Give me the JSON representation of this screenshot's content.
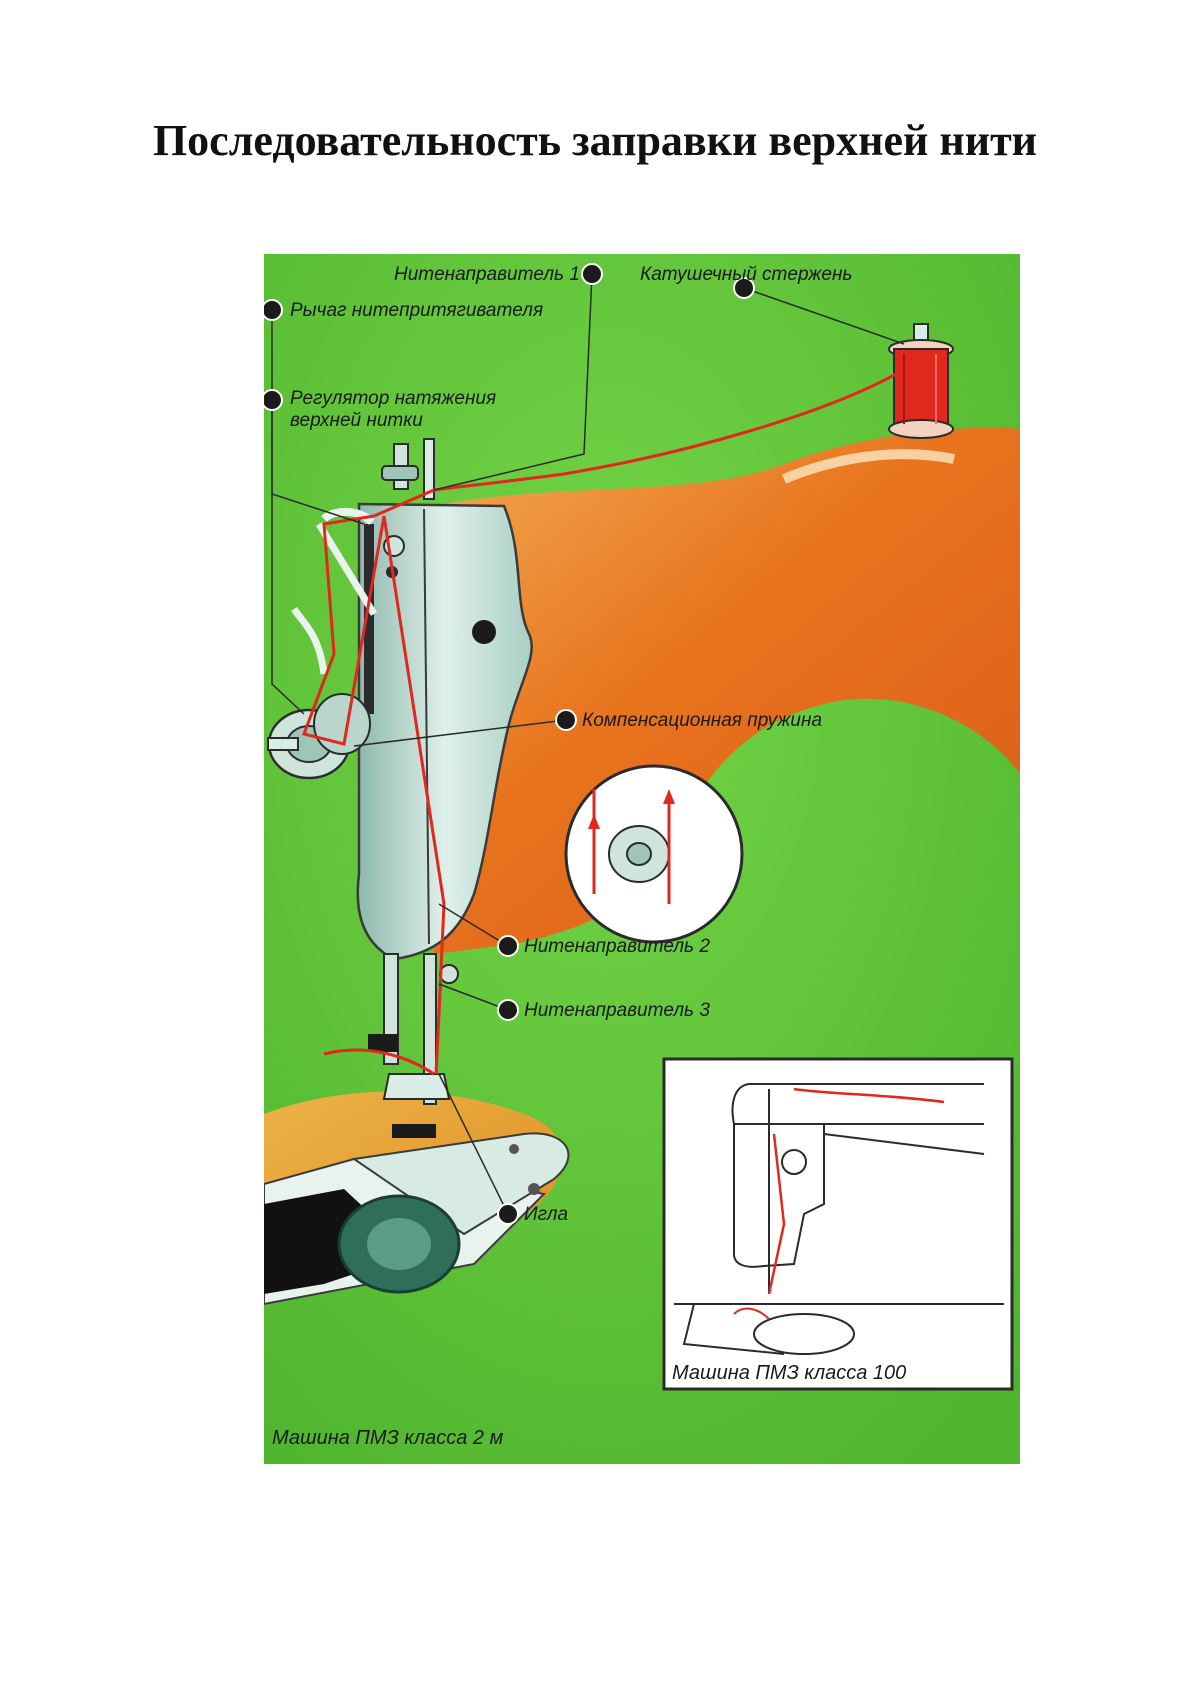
{
  "title": "Последовательность заправки верхней нити",
  "labels": {
    "guide1": "Нитенаправитель 1",
    "spool_pin": "Катушечный стержень",
    "takeup_lever": "Рычаг нитепритягивателя",
    "tension_line1": "Регулятор натяжения",
    "tension_line2": "верхней нитки",
    "comp_spring": "Компенсационная пружина",
    "guide2": "Нитенаправитель 2",
    "guide3": "Нитенаправитель 3",
    "needle": "Игла"
  },
  "captions": {
    "main_machine": "Машина ПМЗ класса 2 м",
    "inset_machine": "Машина ПМЗ класса 100"
  },
  "colors": {
    "background": "#5fc83a",
    "machine_body": "#e8741e",
    "thread": "#e0281e",
    "metal": "#bcd8cc"
  }
}
